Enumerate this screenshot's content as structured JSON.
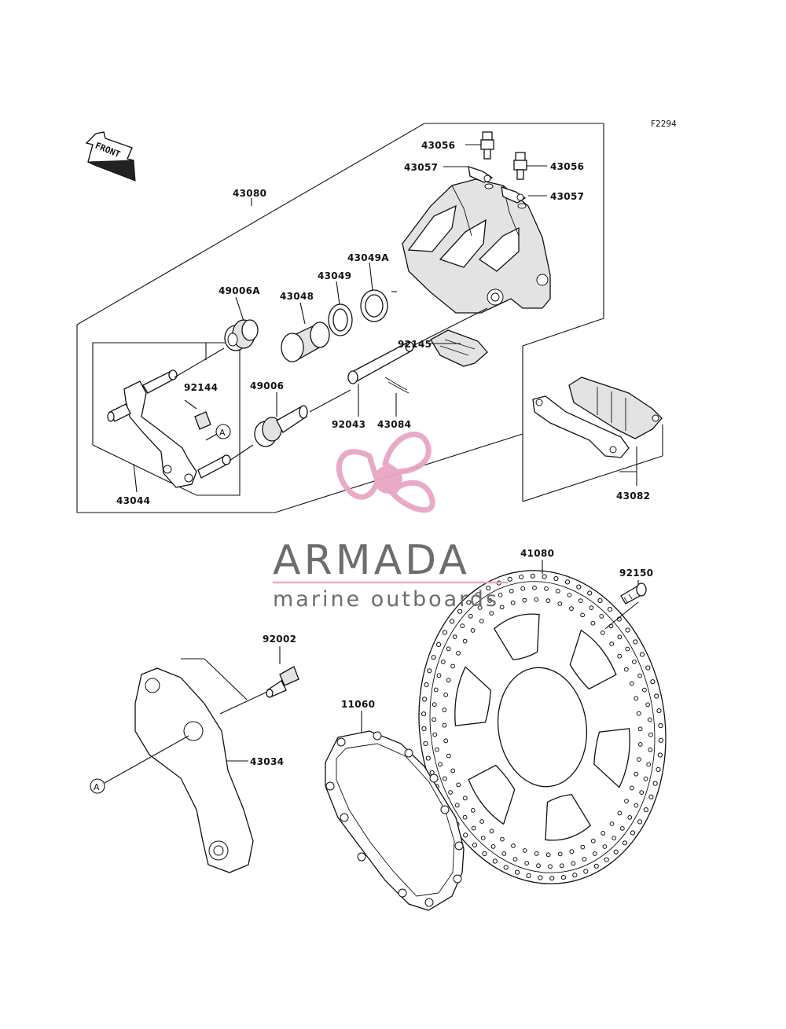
{
  "figure_code": "F2294",
  "front_arrow_label": "FRONT",
  "ref_marker": "A",
  "part_labels": {
    "p43056_a": "43056",
    "p43057_a": "43057",
    "p43056_b": "43056",
    "p43057_b": "43057",
    "p43080": "43080",
    "p43049A": "43049A",
    "p43049": "43049",
    "p49006A": "49006A",
    "p43048": "43048",
    "p92144": "92144",
    "p49006": "49006",
    "p92145": "92145",
    "p92043": "92043",
    "p43084": "43084",
    "p43044": "43044",
    "p43082": "43082",
    "p41080": "41080",
    "p92150": "92150",
    "p92002": "92002",
    "p11060": "11060",
    "p43034": "43034"
  },
  "watermark": {
    "name": "ARMADA",
    "tagline": "marine outboards",
    "accent_color": "#e7a6c4",
    "text_color": "#666666"
  }
}
